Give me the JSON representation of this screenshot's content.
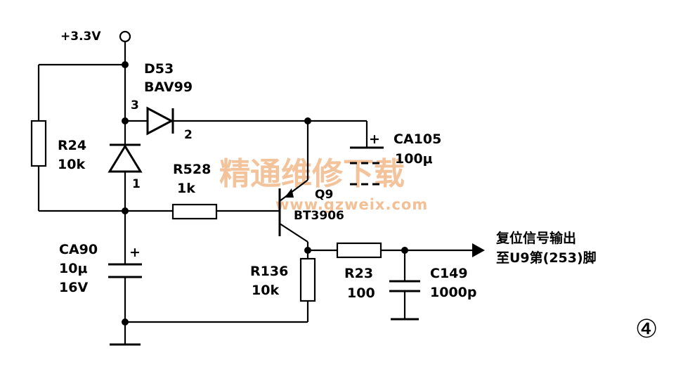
{
  "supply": {
    "label": "+3.3V"
  },
  "d53": {
    "ref": "D53",
    "part": "BAV99",
    "pin3": "3",
    "pin2": "2",
    "pin1": "1"
  },
  "r24": {
    "ref": "R24",
    "value": "10k"
  },
  "r528": {
    "ref": "R528",
    "value": "1k"
  },
  "ca105": {
    "plus": "+",
    "ref": "CA105",
    "value": "100μ"
  },
  "q9": {
    "ref": "Q9",
    "part": "BT3906"
  },
  "ca90": {
    "plus": "+",
    "ref": "CA90",
    "value": "10μ",
    "voltage": "16V"
  },
  "r136": {
    "ref": "R136",
    "value": "10k"
  },
  "r23": {
    "ref": "R23",
    "value": "100"
  },
  "c149": {
    "ref": "C149",
    "value": "1000p"
  },
  "output": {
    "line1": "复位信号输出",
    "line2": "至U9第(253)脚"
  },
  "watermark": {
    "title": "精通维修下载",
    "url": "www.gzweix.com"
  },
  "figure_number": "④"
}
